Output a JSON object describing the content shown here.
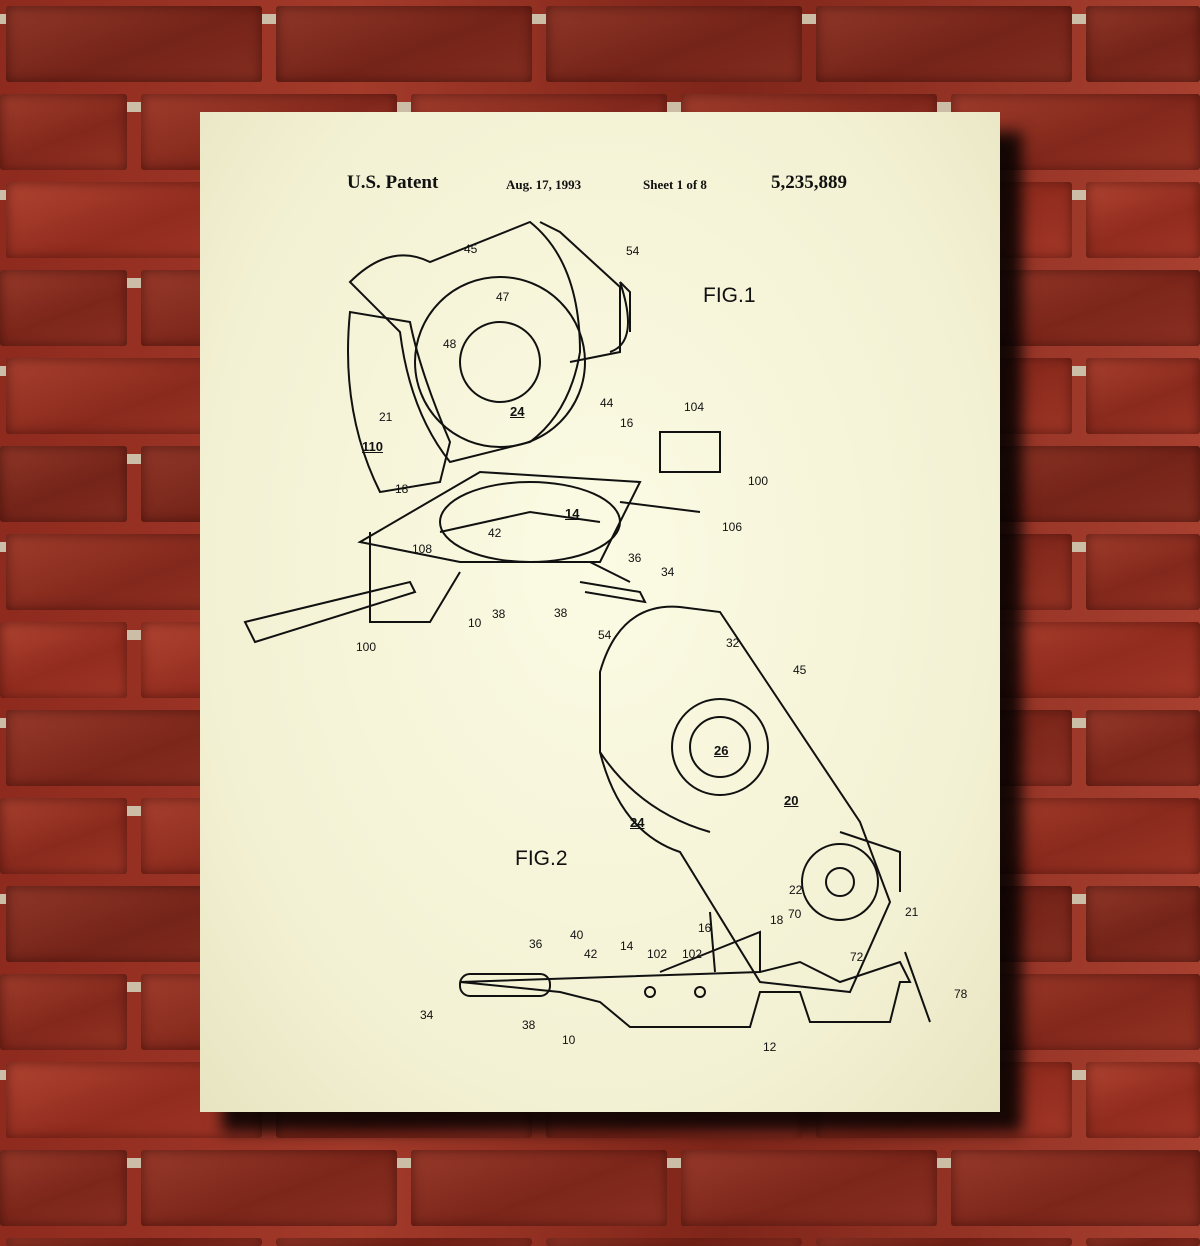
{
  "header": {
    "left": "U.S. Patent",
    "date": "Aug. 17, 1993",
    "sheet": "Sheet 1 of 8",
    "number": "5,235,889"
  },
  "fig1": {
    "title": "FIG.1",
    "labels": [
      "45",
      "54",
      "47",
      "48",
      "21",
      "24",
      "44",
      "110",
      "104",
      "16",
      "100",
      "18",
      "14",
      "106",
      "108",
      "42",
      "36",
      "34",
      "38",
      "38",
      "10",
      "100"
    ]
  },
  "fig2": {
    "title": "FIG.2",
    "labels": [
      "54",
      "32",
      "45",
      "26",
      "20",
      "24",
      "22",
      "21",
      "16",
      "18",
      "70",
      "72",
      "36",
      "40",
      "42",
      "14",
      "102",
      "102",
      "78",
      "34",
      "38",
      "10",
      "12"
    ]
  }
}
